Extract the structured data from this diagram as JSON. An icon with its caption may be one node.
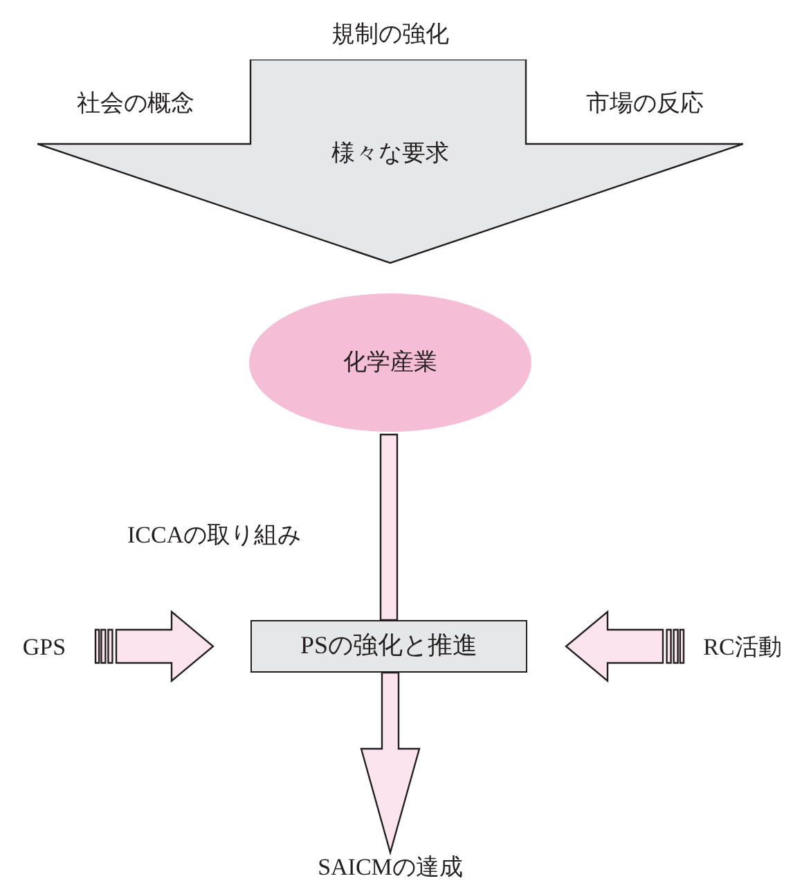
{
  "diagram": {
    "nodes": [
      {
        "text": [
          "様々な要求"
        ]
      },
      {
        "text": [
          "化学産業"
        ]
      },
      {
        "text": [
          "PSの強化と推進"
        ]
      },
      {
        "text": [
          "GPS"
        ]
      },
      {
        "text": [
          "RC活動"
        ]
      },
      {
        "text": [
          "SAICMの達成"
        ]
      }
    ],
    "edges": [
      {
        "from": 1,
        "to": 2,
        "arrow": "none",
        "label": "ICCAの取り組み"
      },
      {
        "from": 2,
        "to": 5,
        "arrow": "to"
      },
      {
        "from": 3,
        "to": 2,
        "arrow": "to"
      },
      {
        "from": 4,
        "to": 2,
        "arrow": "to"
      }
    ],
    "labels": [
      "規制の強化",
      "社会の概念",
      "市場の反応"
    ]
  }
}
